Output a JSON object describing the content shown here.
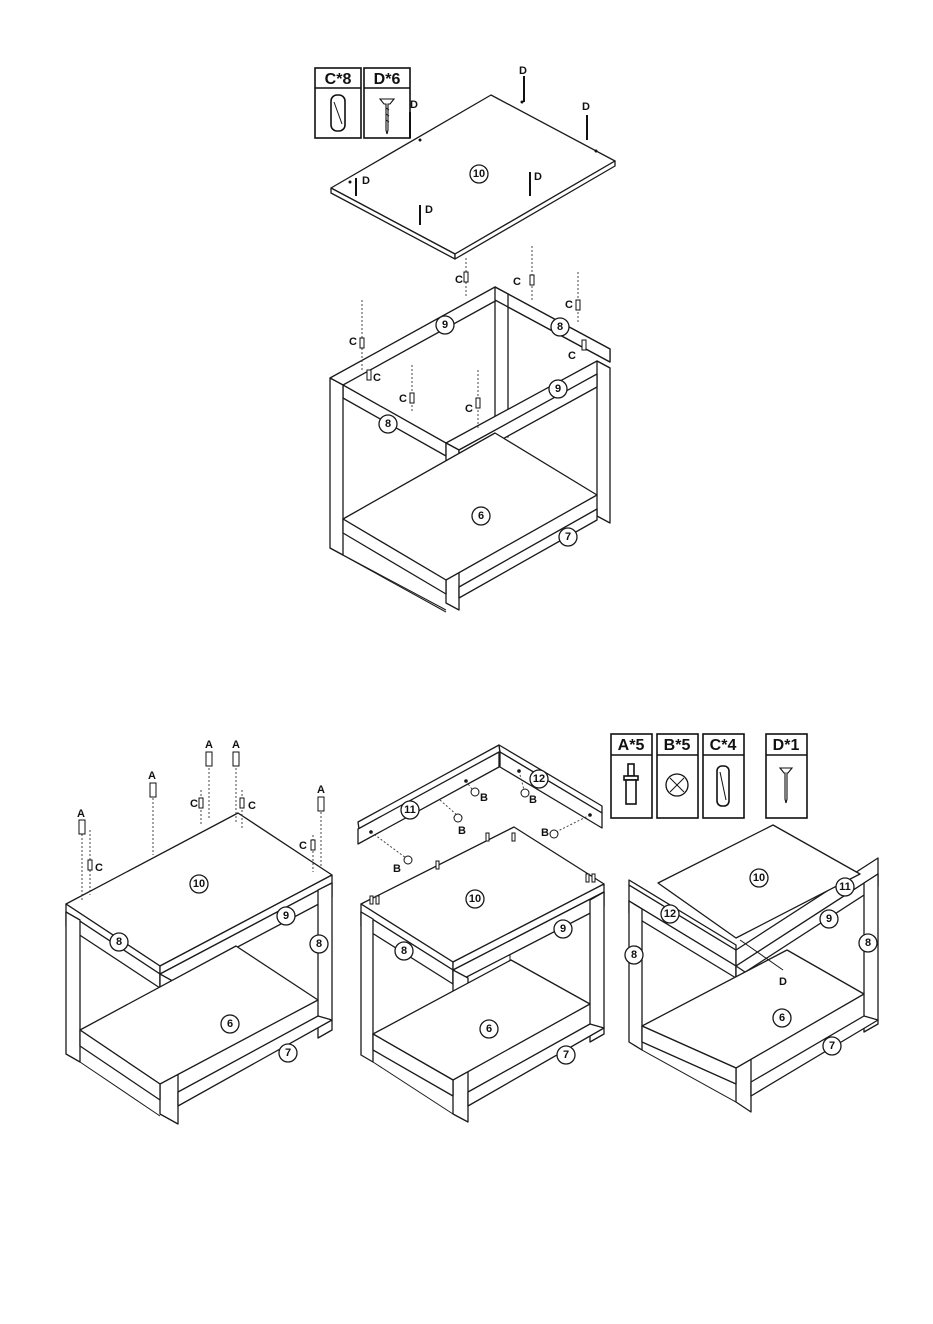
{
  "step_top": {
    "hardware": [
      {
        "label": "C*8",
        "icon": "dowel-icon"
      },
      {
        "label": "D*6",
        "icon": "screw-icon"
      }
    ],
    "callouts": {
      "top_panel": "10",
      "rail_back_right": "9",
      "rail_side_right": "8",
      "rail_front": "9",
      "rail_side_left": "8",
      "shelf": "6",
      "shelf_rail": "7"
    },
    "letters": {
      "d": "D",
      "c": "C"
    }
  },
  "step_bottom": {
    "hardware": [
      {
        "label": "A*5",
        "icon": "cam-bolt-icon"
      },
      {
        "label": "B*5",
        "icon": "cam-lock-icon"
      },
      {
        "label": "C*4",
        "icon": "dowel-icon"
      },
      {
        "label": "D*1",
        "icon": "screw-icon"
      }
    ],
    "callouts": {
      "top": "10",
      "rail_front": "9",
      "rail_left": "8",
      "rail_right": "8",
      "shelf": "6",
      "shelf_rail": "7",
      "back_rail": "11",
      "side_rail": "12"
    },
    "letters": {
      "a": "A",
      "b": "B",
      "c": "C",
      "d": "D"
    }
  }
}
